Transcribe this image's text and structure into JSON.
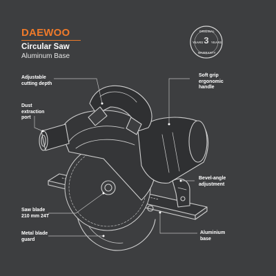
{
  "brand": {
    "logo_text": "DAEWOO",
    "accent_color": "#ef7a2a"
  },
  "product": {
    "title": "Circular Saw",
    "subtitle": "Aluminum Base"
  },
  "warranty_badge": {
    "top_text": "ORIGINAL",
    "bottom_text": "WARRANTY",
    "left_text": "YEARS",
    "right_text": "YEARS",
    "number": "3"
  },
  "callouts": {
    "cutting_depth": [
      "Adjustable",
      "cutting depth"
    ],
    "dust_port": [
      "Dust",
      "extraction",
      "port"
    ],
    "handle": [
      "Soft grip",
      "ergonomic",
      "handle"
    ],
    "bevel": [
      "Bevel-angle",
      "adjustment"
    ],
    "blade": [
      "Saw blade",
      "210 mm 24T"
    ],
    "guard": [
      "Metal blade",
      "guard"
    ],
    "base": [
      "Aluminium",
      "base"
    ]
  },
  "colors": {
    "background": "#3d3e40",
    "line": "#cfcfcf",
    "dark_fill": "#2f3032"
  }
}
